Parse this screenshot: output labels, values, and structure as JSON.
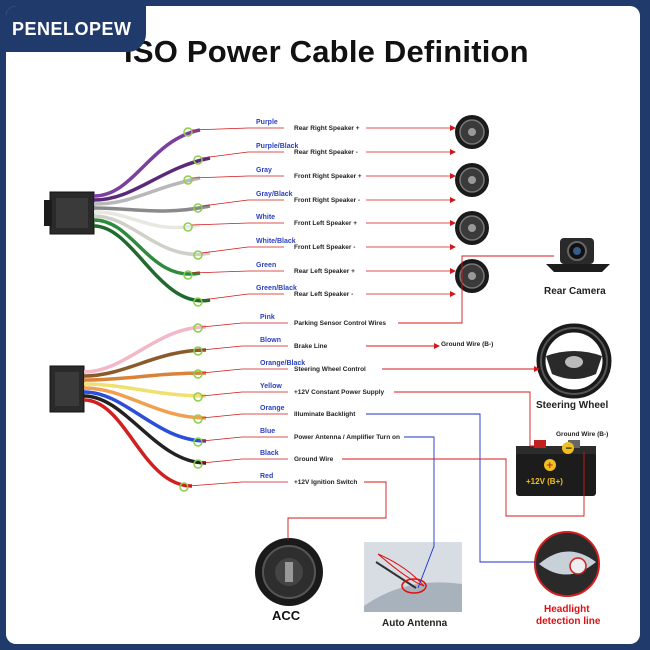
{
  "brand": "PENELOPEW",
  "title": "ISO Power Cable Definition",
  "speaker_wires": [
    {
      "color_name": "Purple",
      "description": "Rear Right Speaker +",
      "wire": "#7b3fa0"
    },
    {
      "color_name": "Purple/Black",
      "description": "Rear Right Speaker -",
      "wire": "#5a2a78"
    },
    {
      "color_name": "Gray",
      "description": "Front Right Speaker +",
      "wire": "#b8b8b8"
    },
    {
      "color_name": "Gray/Black",
      "description": "Front Right Speaker -",
      "wire": "#8a8a8a"
    },
    {
      "color_name": "White",
      "description": "Front Left Speaker +",
      "wire": "#e8e8e0"
    },
    {
      "color_name": "White/Black",
      "description": "Front Left Speaker -",
      "wire": "#d0d0c8"
    },
    {
      "color_name": "Green",
      "description": "Rear Left Speaker +",
      "wire": "#2e8b3e"
    },
    {
      "color_name": "Green/Black",
      "description": "Rear Left Speaker -",
      "wire": "#1f6a2c"
    }
  ],
  "power_wires": [
    {
      "color_name": "Pink",
      "description": "Parking Sensor Control Wires",
      "wire": "#f2b8c8"
    },
    {
      "color_name": "Blown",
      "description": "Brake Line",
      "wire": "#8b5a2b"
    },
    {
      "color_name": "Orange/Black",
      "description": "Steering Wheel Control",
      "wire": "#d9823a"
    },
    {
      "color_name": "Yellow",
      "description": "+12V Constant Power Supply",
      "wire": "#f0e070"
    },
    {
      "color_name": "Orange",
      "description": "Illuminate Backlight",
      "wire": "#f0a050"
    },
    {
      "color_name": "Blue",
      "description": "Power Antenna / Amplifier Turn on",
      "wire": "#2a4fd8"
    },
    {
      "color_name": "Black",
      "description": "Ground Wire",
      "wire": "#222222"
    },
    {
      "color_name": "Red",
      "description": "+12V  Ignition Switch",
      "wire": "#d02020"
    }
  ],
  "labels": {
    "ground_wire_b": "Ground Wire (B-)",
    "ground_wire_b_battery": "Ground Wire (B-)",
    "rear_camera": "Rear Camera",
    "steering_wheel": "Steering Wheel",
    "battery_plus": "+12V  (B+)",
    "acc": "ACC",
    "auto_antenna": "Auto Antenna",
    "headlight_line1": "Headlight",
    "headlight_line2": "detection line"
  },
  "colors": {
    "frame": "#1f3a6b",
    "connector_line": "#d01818",
    "antenna_line": "#1a2fd0",
    "wire_label": "#2a3fbf"
  }
}
